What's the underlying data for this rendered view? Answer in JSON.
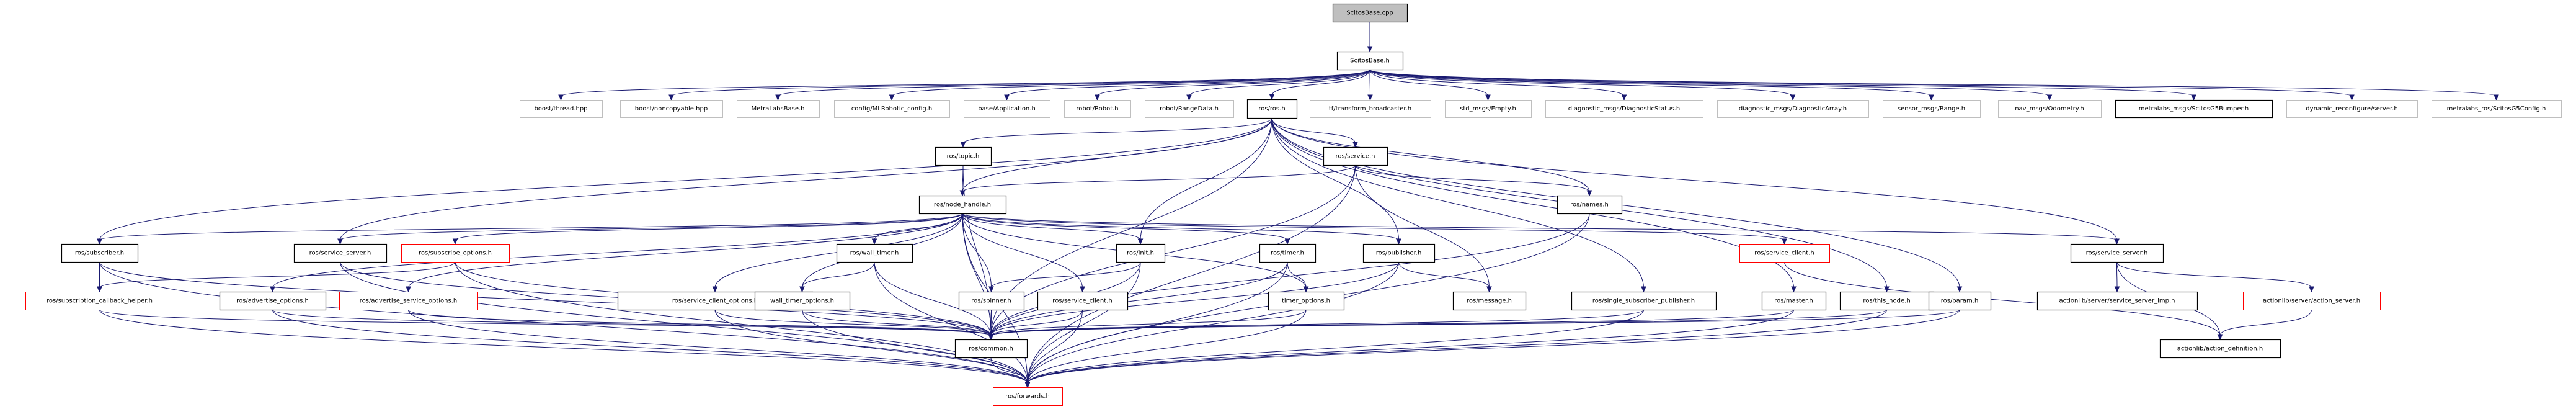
{
  "diagram": {
    "type": "include-dependency-graph",
    "colors": {
      "edge": "#191970",
      "root_fill": "#bfbfbf",
      "documented_border": "#000000",
      "external_border": "#bfbfbf",
      "truncated_border": "#ff0000"
    },
    "nodes": [
      {
        "id": "n0",
        "label": "ScitosBase.cpp",
        "kind": "root"
      },
      {
        "id": "n1",
        "label": "ScitosBase.h",
        "kind": "doc"
      },
      {
        "id": "n2",
        "label": "boost/thread.hpp",
        "kind": "ext"
      },
      {
        "id": "n3",
        "label": "boost/noncopyable.hpp",
        "kind": "ext"
      },
      {
        "id": "n4",
        "label": "MetraLabsBase.h",
        "kind": "ext"
      },
      {
        "id": "n5",
        "label": "config/MLRobotic_config.h",
        "kind": "ext"
      },
      {
        "id": "n6",
        "label": "base/Application.h",
        "kind": "ext"
      },
      {
        "id": "n7",
        "label": "robot/Robot.h",
        "kind": "ext"
      },
      {
        "id": "n8",
        "label": "robot/RangeData.h",
        "kind": "ext"
      },
      {
        "id": "n9",
        "label": "ros/ros.h",
        "kind": "doc"
      },
      {
        "id": "n10",
        "label": "tf/transform_broadcaster.h",
        "kind": "ext"
      },
      {
        "id": "n11",
        "label": "std_msgs/Empty.h",
        "kind": "ext"
      },
      {
        "id": "n12",
        "label": "diagnostic_msgs/DiagnosticStatus.h",
        "kind": "ext"
      },
      {
        "id": "n13",
        "label": "diagnostic_msgs/DiagnosticArray.h",
        "kind": "ext"
      },
      {
        "id": "n14",
        "label": "sensor_msgs/Range.h",
        "kind": "ext"
      },
      {
        "id": "n15",
        "label": "nav_msgs/Odometry.h",
        "kind": "ext"
      },
      {
        "id": "n16",
        "label": "metralabs_msgs/ScitosG5Bumper.h",
        "kind": "doc"
      },
      {
        "id": "n17",
        "label": "dynamic_reconfigure/server.h",
        "kind": "ext"
      },
      {
        "id": "n18",
        "label": "metralabs_ros/ScitosG5Config.h",
        "kind": "ext"
      },
      {
        "id": "n19",
        "label": "ros/topic.h",
        "kind": "doc"
      },
      {
        "id": "n20",
        "label": "ros/service.h",
        "kind": "doc"
      },
      {
        "id": "n21",
        "label": "ros/node_handle.h",
        "kind": "doc"
      },
      {
        "id": "n22",
        "label": "ros/names.h",
        "kind": "doc"
      },
      {
        "id": "n23",
        "label": "ros/subscriber.h",
        "kind": "doc"
      },
      {
        "id": "n24",
        "label": "ros/service_server.h",
        "kind": "doc"
      },
      {
        "id": "n25",
        "label": "ros/subscribe_options.h",
        "kind": "trunc"
      },
      {
        "id": "n26",
        "label": "ros/wall_timer.h",
        "kind": "doc"
      },
      {
        "id": "n27",
        "label": "ros/init.h",
        "kind": "doc"
      },
      {
        "id": "n28",
        "label": "ros/timer.h",
        "kind": "doc"
      },
      {
        "id": "n29",
        "label": "ros/publisher.h",
        "kind": "doc"
      },
      {
        "id": "n30",
        "label": "ros/service_client.h",
        "kind": "trunc"
      },
      {
        "id": "n31",
        "label": "ros/service_server.h",
        "kind": "doc"
      },
      {
        "id": "n32",
        "label": "ros/subscription_callback_helper.h",
        "kind": "trunc"
      },
      {
        "id": "n33",
        "label": "ros/advertise_options.h",
        "kind": "doc"
      },
      {
        "id": "n34",
        "label": "ros/advertise_service_options.h",
        "kind": "trunc"
      },
      {
        "id": "n35",
        "label": "ros/service_client_options.h",
        "kind": "doc"
      },
      {
        "id": "n36",
        "label": "wall_timer_options.h",
        "kind": "doc"
      },
      {
        "id": "n37",
        "label": "ros/spinner.h",
        "kind": "doc"
      },
      {
        "id": "n38",
        "label": "ros/service_client.h",
        "kind": "doc"
      },
      {
        "id": "n39",
        "label": "timer_options.h",
        "kind": "doc"
      },
      {
        "id": "n40",
        "label": "ros/message.h",
        "kind": "doc"
      },
      {
        "id": "n41",
        "label": "ros/single_subscriber_publisher.h",
        "kind": "doc"
      },
      {
        "id": "n42",
        "label": "ros/master.h",
        "kind": "doc"
      },
      {
        "id": "n43",
        "label": "ros/this_node.h",
        "kind": "doc"
      },
      {
        "id": "n44",
        "label": "ros/param.h",
        "kind": "doc"
      },
      {
        "id": "n45",
        "label": "actionlib/server/service_server_imp.h",
        "kind": "doc"
      },
      {
        "id": "n46",
        "label": "actionlib/server/action_server.h",
        "kind": "trunc"
      },
      {
        "id": "n47",
        "label": "ros/common.h",
        "kind": "doc"
      },
      {
        "id": "n48",
        "label": "actionlib/action_definition.h",
        "kind": "doc"
      },
      {
        "id": "n49",
        "label": "ros/forwards.h",
        "kind": "trunc"
      }
    ],
    "edges": [
      [
        "n0",
        "n1"
      ],
      [
        "n1",
        "n2"
      ],
      [
        "n1",
        "n3"
      ],
      [
        "n1",
        "n4"
      ],
      [
        "n1",
        "n5"
      ],
      [
        "n1",
        "n6"
      ],
      [
        "n1",
        "n7"
      ],
      [
        "n1",
        "n8"
      ],
      [
        "n1",
        "n9"
      ],
      [
        "n1",
        "n10"
      ],
      [
        "n1",
        "n11"
      ],
      [
        "n1",
        "n12"
      ],
      [
        "n1",
        "n13"
      ],
      [
        "n1",
        "n14"
      ],
      [
        "n1",
        "n15"
      ],
      [
        "n1",
        "n16"
      ],
      [
        "n1",
        "n17"
      ],
      [
        "n1",
        "n18"
      ],
      [
        "n9",
        "n19"
      ],
      [
        "n9",
        "n20"
      ],
      [
        "n9",
        "n21"
      ],
      [
        "n9",
        "n22"
      ],
      [
        "n9",
        "n23"
      ],
      [
        "n9",
        "n24"
      ],
      [
        "n9",
        "n27"
      ],
      [
        "n9",
        "n29"
      ],
      [
        "n9",
        "n31"
      ],
      [
        "n9",
        "n41"
      ],
      [
        "n9",
        "n42"
      ],
      [
        "n9",
        "n43"
      ],
      [
        "n9",
        "n44"
      ],
      [
        "n9",
        "n47"
      ],
      [
        "n19",
        "n21"
      ],
      [
        "n19",
        "n47"
      ],
      [
        "n20",
        "n21"
      ],
      [
        "n20",
        "n22"
      ],
      [
        "n20",
        "n40"
      ],
      [
        "n20",
        "n47"
      ],
      [
        "n20",
        "n49"
      ],
      [
        "n21",
        "n23"
      ],
      [
        "n21",
        "n24"
      ],
      [
        "n21",
        "n25"
      ],
      [
        "n21",
        "n26"
      ],
      [
        "n21",
        "n27"
      ],
      [
        "n21",
        "n28"
      ],
      [
        "n21",
        "n29"
      ],
      [
        "n21",
        "n30"
      ],
      [
        "n21",
        "n31"
      ],
      [
        "n21",
        "n33"
      ],
      [
        "n21",
        "n34"
      ],
      [
        "n21",
        "n35"
      ],
      [
        "n21",
        "n36"
      ],
      [
        "n21",
        "n37"
      ],
      [
        "n21",
        "n38"
      ],
      [
        "n21",
        "n39"
      ],
      [
        "n21",
        "n47"
      ],
      [
        "n21",
        "n49"
      ],
      [
        "n22",
        "n47"
      ],
      [
        "n22",
        "n49"
      ],
      [
        "n23",
        "n32"
      ],
      [
        "n23",
        "n47"
      ],
      [
        "n23",
        "n49"
      ],
      [
        "n24",
        "n47"
      ],
      [
        "n24",
        "n49"
      ],
      [
        "n25",
        "n32"
      ],
      [
        "n25",
        "n47"
      ],
      [
        "n25",
        "n49"
      ],
      [
        "n26",
        "n36"
      ],
      [
        "n26",
        "n47"
      ],
      [
        "n26",
        "n49"
      ],
      [
        "n27",
        "n37"
      ],
      [
        "n27",
        "n47"
      ],
      [
        "n27",
        "n49"
      ],
      [
        "n28",
        "n39"
      ],
      [
        "n28",
        "n47"
      ],
      [
        "n28",
        "n49"
      ],
      [
        "n29",
        "n40"
      ],
      [
        "n29",
        "n47"
      ],
      [
        "n29",
        "n49"
      ],
      [
        "n30",
        "n48"
      ],
      [
        "n31",
        "n45"
      ],
      [
        "n31",
        "n46"
      ],
      [
        "n31",
        "n48"
      ],
      [
        "n32",
        "n47"
      ],
      [
        "n32",
        "n49"
      ],
      [
        "n33",
        "n47"
      ],
      [
        "n33",
        "n49"
      ],
      [
        "n34",
        "n47"
      ],
      [
        "n34",
        "n49"
      ],
      [
        "n35",
        "n47"
      ],
      [
        "n35",
        "n49"
      ],
      [
        "n36",
        "n47"
      ],
      [
        "n36",
        "n49"
      ],
      [
        "n37",
        "n47"
      ],
      [
        "n38",
        "n47"
      ],
      [
        "n38",
        "n49"
      ],
      [
        "n39",
        "n47"
      ],
      [
        "n39",
        "n49"
      ],
      [
        "n41",
        "n47"
      ],
      [
        "n41",
        "n49"
      ],
      [
        "n42",
        "n47"
      ],
      [
        "n42",
        "n49"
      ],
      [
        "n43",
        "n47"
      ],
      [
        "n43",
        "n49"
      ],
      [
        "n44",
        "n47"
      ],
      [
        "n44",
        "n49"
      ],
      [
        "n46",
        "n48"
      ],
      [
        "n47",
        "n49"
      ]
    ]
  }
}
